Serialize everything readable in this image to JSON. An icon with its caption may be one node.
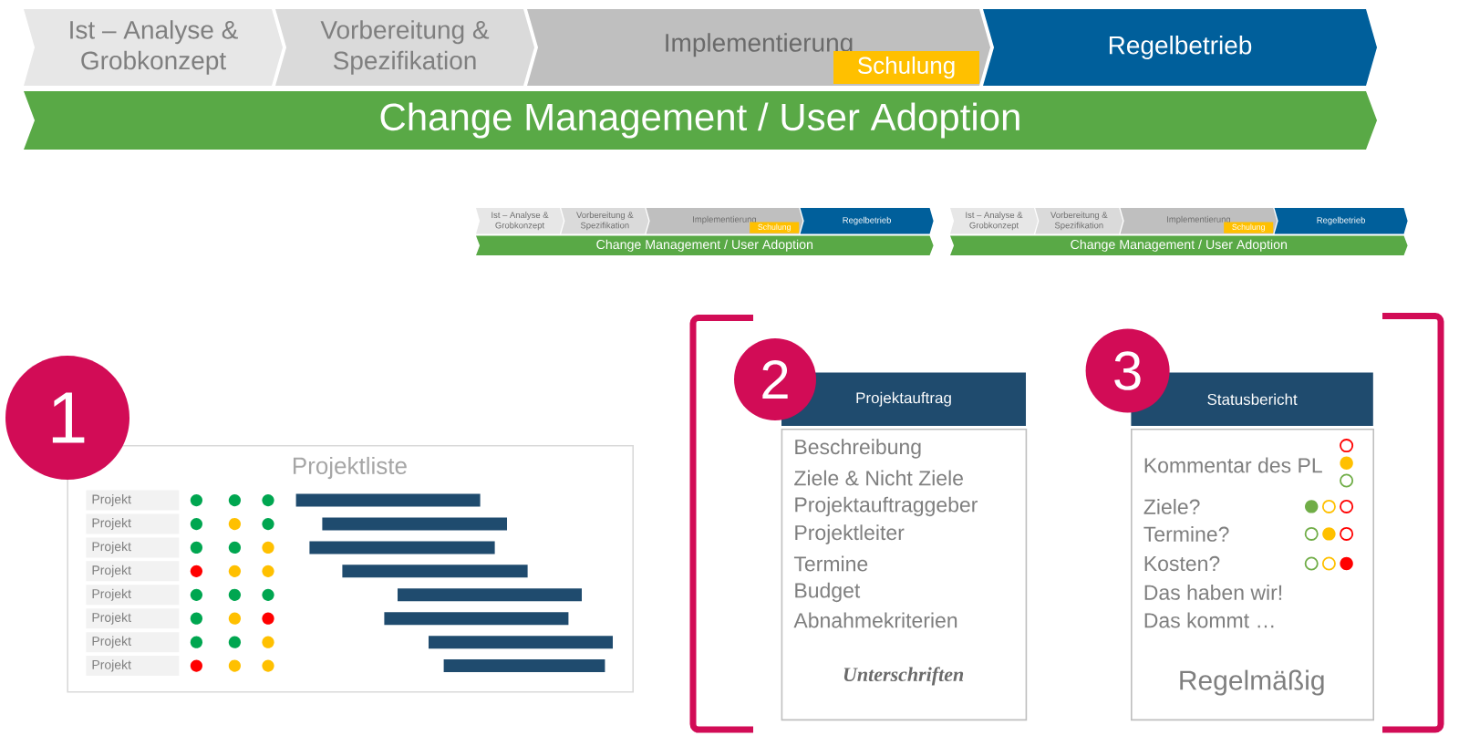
{
  "diagram": {
    "nodes": [
      {
        "text": [
          "Ist – Analyse & Grobkonzept"
        ]
      },
      {
        "text": [
          "Vorbereitung & Spezifikation"
        ]
      },
      {
        "text": [
          "Implementierung"
        ]
      },
      {
        "text": [
          "Schulung"
        ],
        "in": 2
      },
      {
        "text": [
          "Regelbetrieb"
        ]
      },
      {
        "text": [
          "Change Management / User Adoption"
        ]
      },
      {
        "text": [
          "Ist – Analyse & Grobkonzept"
        ]
      },
      {
        "text": [
          "Vorbereitung & Spezifikation"
        ]
      },
      {
        "text": [
          "Implementierung"
        ]
      },
      {
        "text": [
          "Schulung"
        ],
        "in": 8
      },
      {
        "text": [
          "Regelbetrieb"
        ]
      },
      {
        "text": [
          "Change Management / User Adoption"
        ]
      },
      {
        "text": [
          "Ist – Analyse & Grobkonzept"
        ]
      },
      {
        "text": [
          "Vorbereitung & Spezifikation"
        ]
      },
      {
        "text": [
          "Implementierung"
        ]
      },
      {
        "text": [
          "Schulung"
        ],
        "in": 14
      },
      {
        "text": [
          "Regelbetrieb"
        ]
      },
      {
        "text": [
          "Change Management / User Adoption"
        ]
      },
      {
        "text": [
          "1"
        ]
      },
      {
        "text": [
          "Projektliste"
        ]
      },
      {
        "text": [
          "Projekt"
        ],
        "in": 19
      },
      {
        "text": [
          "Projekt"
        ],
        "in": 19
      },
      {
        "text": [
          "Projekt"
        ],
        "in": 19
      },
      {
        "text": [
          "Projekt"
        ],
        "in": 19
      },
      {
        "text": [
          "Projekt"
        ],
        "in": 19
      },
      {
        "text": [
          "Projekt"
        ],
        "in": 19
      },
      {
        "text": [
          "Projekt"
        ],
        "in": 19
      },
      {
        "text": [
          "Projekt"
        ],
        "in": 19
      },
      {
        "text": [
          "2"
        ]
      },
      {
        "text": [
          "Projektauftrag"
        ]
      },
      {
        "text": [
          "Beschreibung",
          "Ziele & Nicht Ziele",
          "Projektauftraggeber",
          "Projektleiter",
          "Termine",
          "Budget",
          "Abnahmekriterien",
          "Unterschriften"
        ]
      },
      {
        "text": [
          "3"
        ]
      },
      {
        "text": [
          "Statusbericht"
        ]
      },
      {
        "text": [
          "Kommentar des PL",
          "Ziele?",
          "Termine?",
          "Kosten?",
          "Das haben wir!",
          "Das kommt …",
          "Regelmäßig"
        ]
      }
    ]
  }
}
